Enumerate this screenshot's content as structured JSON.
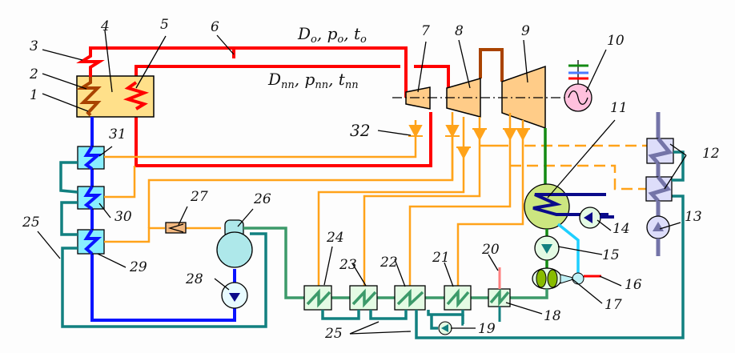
{
  "diagram": {
    "title": "Thermal power plant schematic",
    "main_steam_label": {
      "D": "D",
      "p": "p",
      "t": "t",
      "sub": "o"
    },
    "reheat_steam_label": {
      "D": "D",
      "p": "p",
      "t": "t",
      "sub": "nn"
    },
    "labels": {
      "n1": "1",
      "n2": "2",
      "n3": "3",
      "n4": "4",
      "n5": "5",
      "n6": "6",
      "n7": "7",
      "n8": "8",
      "n9": "9",
      "n10": "10",
      "n11": "11",
      "n12": "12",
      "n13": "13",
      "n14": "14",
      "n15": "15",
      "n16": "16",
      "n17": "17",
      "n18": "18",
      "n19": "19",
      "n20": "20",
      "n21": "21",
      "n22": "22",
      "n23": "23",
      "n24": "24",
      "n25a": "25",
      "n25b": "25",
      "n26": "26",
      "n27": "27",
      "n28": "28",
      "n29": "29",
      "n30": "30",
      "n31": "31",
      "n32": "32"
    },
    "colors": {
      "main_steam": "#ff0000",
      "superheater": "#a94300",
      "feedwater": "#0a14ff",
      "extraction_steam": "#ffa31a",
      "drain": "#128080",
      "condensate": "#3c9a6a",
      "turbine": "#ffcc88",
      "boiler": "#ffe08a",
      "generator": "#ffc0dd",
      "condenser": "#cce680",
      "network_water": "#7474a8"
    }
  }
}
